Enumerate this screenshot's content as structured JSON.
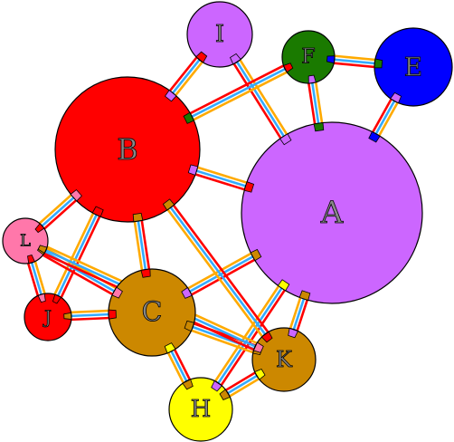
{
  "diagram": {
    "nodes": [
      {
        "id": "A",
        "label": "A",
        "color": "#cc66ff"
      },
      {
        "id": "B",
        "label": "B",
        "color": "#ff0000"
      },
      {
        "id": "C",
        "label": "C",
        "color": "#cc8800"
      },
      {
        "id": "E",
        "label": "E",
        "color": "#0000ff"
      },
      {
        "id": "F",
        "label": "F",
        "color": "#1a7a00"
      },
      {
        "id": "H",
        "label": "H",
        "color": "#ffff00"
      },
      {
        "id": "I",
        "label": "I",
        "color": "#cc66ff"
      },
      {
        "id": "J",
        "label": "J",
        "color": "#ff0000"
      },
      {
        "id": "K",
        "label": "K",
        "color": "#cc8800"
      },
      {
        "id": "L",
        "label": "L",
        "color": "#ff77aa"
      }
    ],
    "edges": [
      [
        "A",
        "B"
      ],
      [
        "A",
        "C"
      ],
      [
        "A",
        "E"
      ],
      [
        "A",
        "F"
      ],
      [
        "A",
        "H"
      ],
      [
        "A",
        "I"
      ],
      [
        "A",
        "K"
      ],
      [
        "B",
        "C"
      ],
      [
        "B",
        "F"
      ],
      [
        "B",
        "I"
      ],
      [
        "B",
        "J"
      ],
      [
        "B",
        "K"
      ],
      [
        "B",
        "L"
      ],
      [
        "C",
        "J"
      ],
      [
        "C",
        "K"
      ],
      [
        "C",
        "L"
      ],
      [
        "C",
        "H"
      ],
      [
        "E",
        "F"
      ],
      [
        "H",
        "K"
      ],
      [
        "J",
        "L"
      ],
      [
        "K",
        "L"
      ]
    ],
    "edge_colors": [
      "#ff0000",
      "#33aaff",
      "#ffaa00"
    ]
  }
}
